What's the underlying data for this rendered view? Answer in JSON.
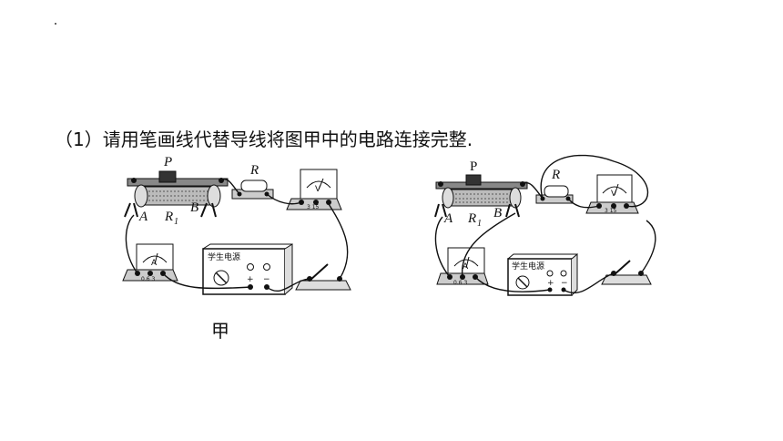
{
  "question": "（1）请用笔画线代替导线将图甲中的电路连接完整.",
  "caption": "甲",
  "figure_left": {
    "label_P": "P",
    "label_R": "R",
    "label_A": "A",
    "label_R1_main": "R",
    "label_R1_sub": "1",
    "label_B": "B",
    "ammeter_symbol": "A",
    "voltmeter_symbol": "V",
    "power_label": "学生电源",
    "plus": "+",
    "minus": "−",
    "ammeter_terminals": "0.6  3",
    "voltmeter_terminals": "3  15"
  },
  "figure_right": {
    "label_P": "P",
    "label_R": "R",
    "label_A": "A",
    "label_R1_main": "R",
    "label_R1_sub": "1",
    "label_B": "B",
    "ammeter_symbol": "A",
    "voltmeter_symbol": "V",
    "power_label": "学生电源",
    "plus": "+",
    "minus": "−",
    "ammeter_terminals": "0.6  3",
    "voltmeter_terminals": "3  15"
  }
}
